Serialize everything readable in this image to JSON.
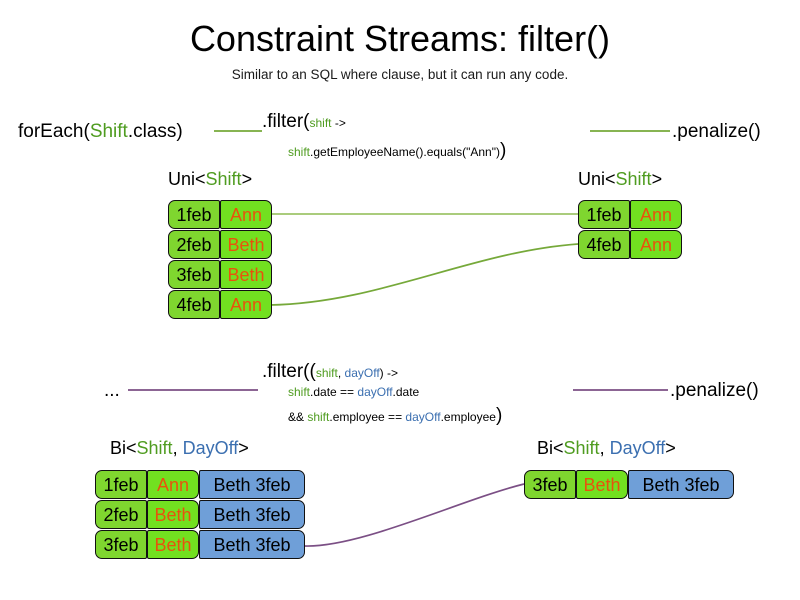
{
  "slide": {
    "title": "Constraint Streams: filter()",
    "subtitle": "Similar to an SQL where clause, but it can run any code."
  },
  "colors": {
    "shift_green": "#4f9c20",
    "dayoff_blue": "#3b6fb0",
    "box_green_light": "#7fd62f",
    "box_green": "#72e020",
    "box_blue": "#6f9fd8",
    "name_orange": "#e8530d",
    "wire_green": "#76a93a",
    "wire_purple": "#7b4f85",
    "text_black": "#000000"
  },
  "uni_section": {
    "source_label": {
      "prefix": "forEach(",
      "type": "Shift",
      "suffix": ".class)"
    },
    "filter": {
      "line1_a": ".filter(",
      "line1_param": "shift",
      "line1_b": " ->",
      "line2_param": "shift",
      "line2_body": ".getEmployeeName().equals(\"Ann\")",
      "line2_close": ")"
    },
    "penalize_label": ".penalize()",
    "left_group": {
      "label_prefix": "Uni<",
      "label_type": "Shift",
      "label_suffix": ">",
      "rows": [
        {
          "date": "1feb",
          "name": "Ann"
        },
        {
          "date": "2feb",
          "name": "Beth"
        },
        {
          "date": "3feb",
          "name": "Beth"
        },
        {
          "date": "4feb",
          "name": "Ann"
        }
      ]
    },
    "right_group": {
      "label_prefix": "Uni<",
      "label_type": "Shift",
      "label_suffix": ">",
      "rows": [
        {
          "date": "1feb",
          "name": "Ann"
        },
        {
          "date": "4feb",
          "name": "Ann"
        }
      ]
    }
  },
  "bi_section": {
    "source_label": "...",
    "filter": {
      "line1_a": ".filter((",
      "line1_p1": "shift",
      "line1_comma": ", ",
      "line1_p2": "dayOff",
      "line1_b": ") ->",
      "line2_p1": "shift",
      "line2_mid": ".date == ",
      "line2_p2": "dayOff",
      "line2_end": ".date",
      "line3_amp": "&& ",
      "line3_p1": "shift",
      "line3_mid": ".employee == ",
      "line3_p2": "dayOff",
      "line3_end": ".employee",
      "line3_close": ")"
    },
    "penalize_label": ".penalize()",
    "left_group": {
      "label_prefix": "Bi<",
      "label_type1": "Shift",
      "label_comma": ", ",
      "label_type2": "DayOff",
      "label_suffix": ">",
      "rows": [
        {
          "date": "1feb",
          "name": "Ann",
          "dayoff": "Beth 3feb"
        },
        {
          "date": "2feb",
          "name": "Beth",
          "dayoff": "Beth 3feb"
        },
        {
          "date": "3feb",
          "name": "Beth",
          "dayoff": "Beth 3feb"
        }
      ]
    },
    "right_group": {
      "label_prefix": "Bi<",
      "label_type1": "Shift",
      "label_comma": ", ",
      "label_type2": "DayOff",
      "label_suffix": ">",
      "rows": [
        {
          "date": "3feb",
          "name": "Beth",
          "dayoff": "Beth 3feb"
        }
      ]
    }
  }
}
